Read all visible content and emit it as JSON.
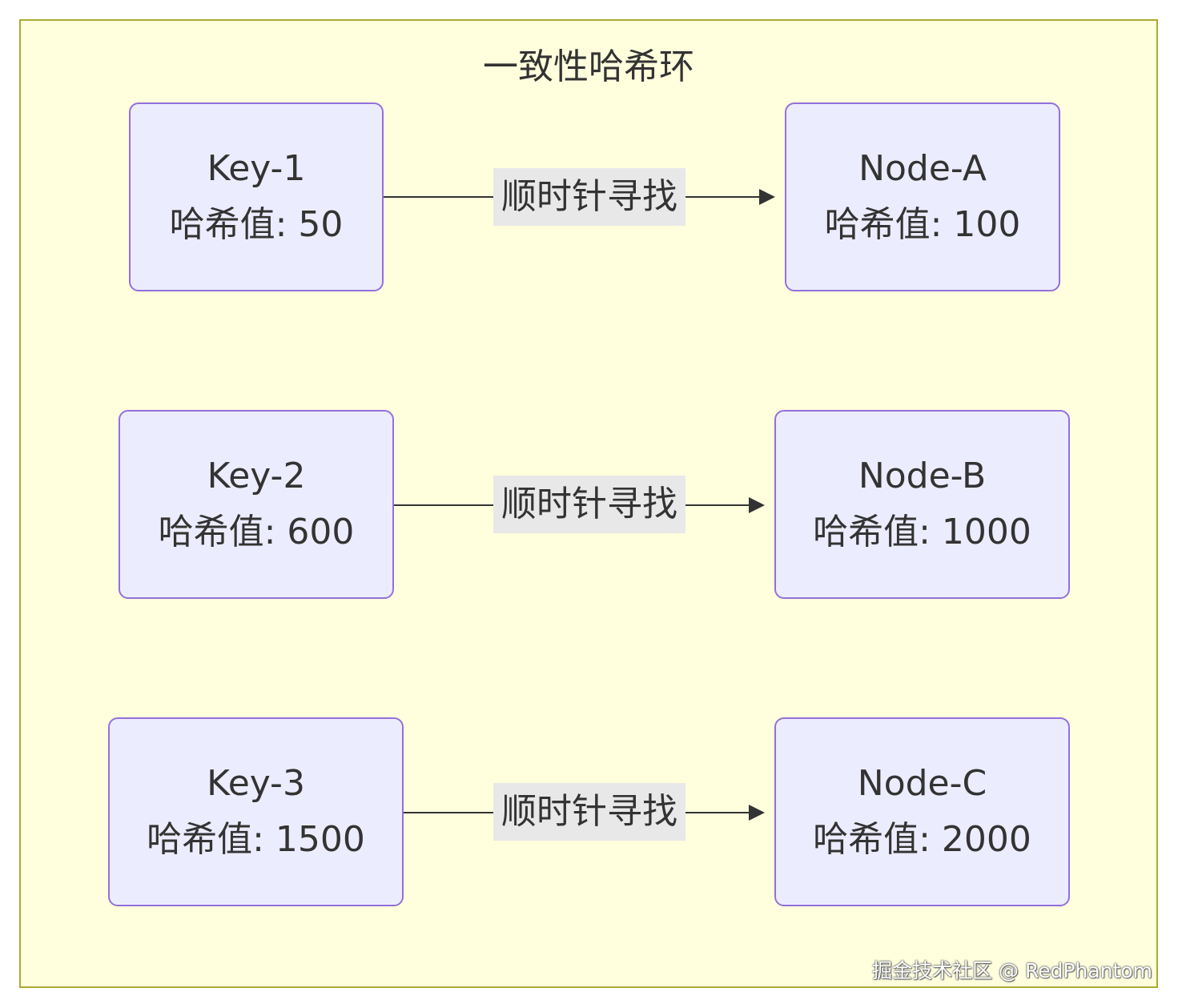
{
  "diagram": {
    "title": "一致性哈希环",
    "colors": {
      "cluster_fill": "#ffffde",
      "cluster_border": "#aaaa33",
      "node_fill": "#ececff",
      "node_border": "#9370db",
      "edge_label_bg": "#e8e8e8",
      "text": "#333333"
    },
    "keys": [
      {
        "name": "Key-1",
        "hash": "哈希值: 50"
      },
      {
        "name": "Key-2",
        "hash": "哈希值: 600"
      },
      {
        "name": "Key-3",
        "hash": "哈希值: 1500"
      }
    ],
    "nodes": [
      {
        "name": "Node-A",
        "hash": "哈希值: 100"
      },
      {
        "name": "Node-B",
        "hash": "哈希值: 1000"
      },
      {
        "name": "Node-C",
        "hash": "哈希值: 2000"
      }
    ],
    "edges": [
      {
        "from": "Key-1",
        "to": "Node-A",
        "label": "顺时针寻找"
      },
      {
        "from": "Key-2",
        "to": "Node-B",
        "label": "顺时针寻找"
      },
      {
        "from": "Key-3",
        "to": "Node-C",
        "label": "顺时针寻找"
      }
    ]
  },
  "watermark": "掘金技术社区 @ RedPhantom"
}
